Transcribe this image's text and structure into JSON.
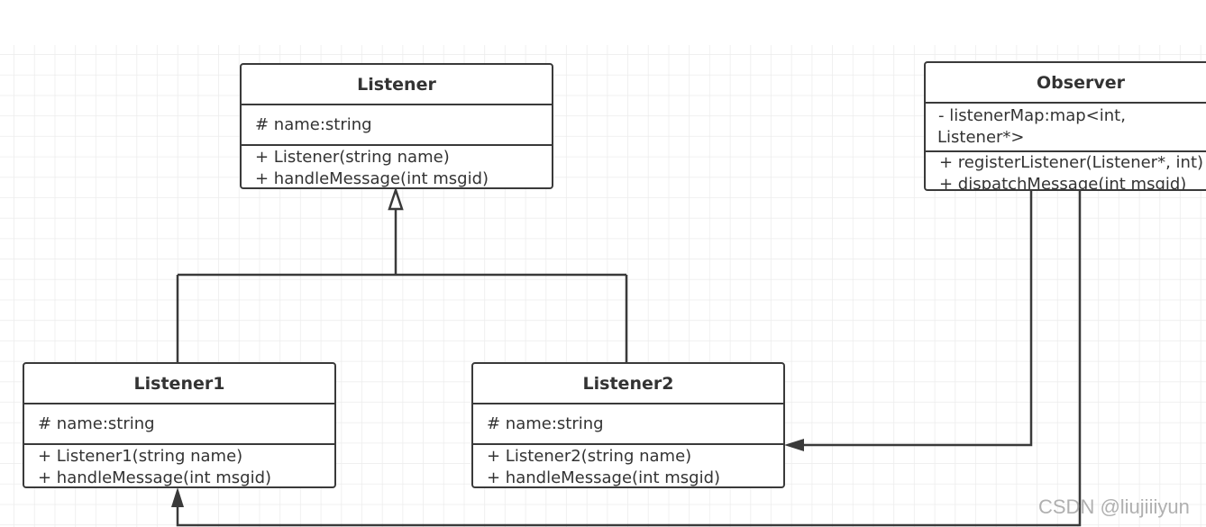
{
  "classes": {
    "listener": {
      "name": "Listener",
      "attributes": [
        "# name:string"
      ],
      "methods": [
        "+ Listener(string name)",
        "+ handleMessage(int msgid)"
      ]
    },
    "observer": {
      "name": "Observer",
      "attributes": [
        "- listenerMap:map<int,",
        "Listener*>"
      ],
      "methods": [
        "+ registerListener(Listener*, int)",
        "+ dispatchMessage(int msgid)"
      ]
    },
    "listener1": {
      "name": "Listener1",
      "attributes": [
        "# name:string"
      ],
      "methods": [
        "+ Listener1(string name)",
        "+ handleMessage(int msgid)"
      ]
    },
    "listener2": {
      "name": "Listener2",
      "attributes": [
        "# name:string"
      ],
      "methods": [
        "+ Listener2(string name)",
        "+ handleMessage(int msgid)"
      ]
    }
  },
  "relations": [
    {
      "from": "Listener1",
      "to": "Listener",
      "type": "inheritance"
    },
    {
      "from": "Listener2",
      "to": "Listener",
      "type": "inheritance"
    },
    {
      "from": "Observer",
      "to": "Listener2",
      "type": "association"
    },
    {
      "from": "Observer",
      "to": "Listener1",
      "type": "association"
    }
  ],
  "watermark": "CSDN @liujiiiyun",
  "colors": {
    "line": "#3a3a3a",
    "grid": "#ececec"
  }
}
